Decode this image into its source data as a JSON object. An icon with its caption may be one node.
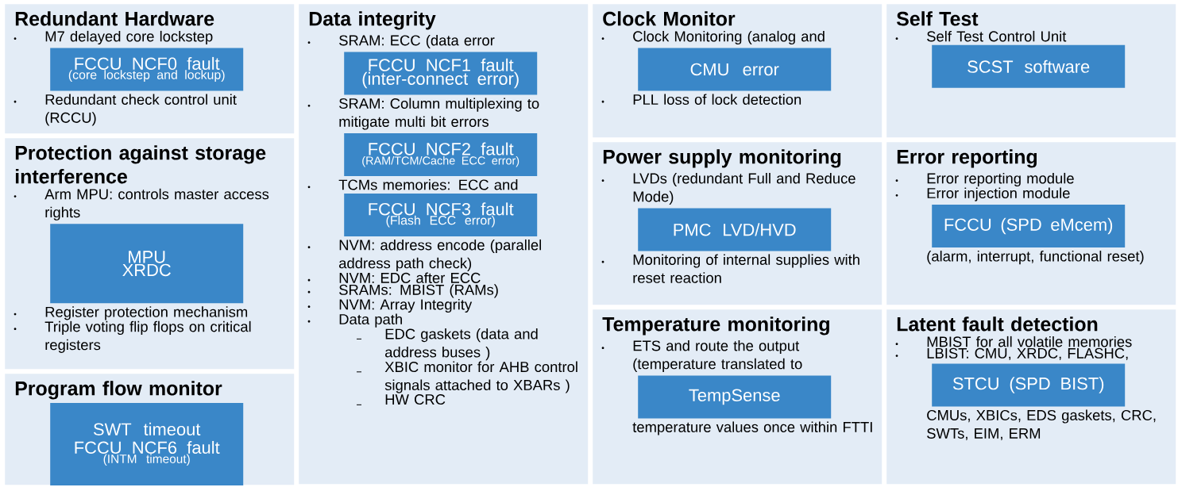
{
  "diagram": {
    "nodes": [
      {
        "text": [
          "Redundant Hardware",
          "M7 delayed core lockstep",
          "Redundant check control unit (RCCU)"
        ]
      },
      {
        "text": [
          "FCCU NCF0 fault",
          "(core lockstep and lockup)"
        ],
        "in": 0
      },
      {
        "text": [
          "Protection against storage interference",
          "Arm MPU: controls master access rights",
          "Register protection mechanism",
          "Triple voting flip flops on critical registers"
        ]
      },
      {
        "text": [
          "MPU XRDC"
        ],
        "in": 2
      },
      {
        "text": [
          "Program flow monitor"
        ]
      },
      {
        "text": [
          "SWT timeout",
          "FCCU NCF6 fault",
          "(INTM timeout)"
        ],
        "in": 4
      },
      {
        "text": [
          "Data integrity",
          "SRAM: ECC (data error",
          "SRAM: Column multiplexing to mitigate multi bit errors",
          "TCMs memories: ECC and",
          "NVM: address encode (parallel address path check)",
          "NVM: EDC after ECC",
          "SRAMs: MBIST (RAMs)",
          "NVM: Array Integrity",
          "Data path",
          "EDC gaskets (data and address buses )",
          "XBIC monitor for AHB control signals attached to XBARs )",
          "HW CRC"
        ]
      },
      {
        "text": [
          "FCCU NCF1 fault",
          "(inter-connect error)"
        ],
        "in": 6
      },
      {
        "text": [
          "FCCU NCF2 fault",
          "(RAM/TCM/Cache ECC error)"
        ],
        "in": 6
      },
      {
        "text": [
          "FCCU NCF3 fault",
          "(Flash ECC error)"
        ],
        "in": 6
      },
      {
        "text": [
          "Clock Monitor",
          "Clock Monitoring (analog and",
          "PLL loss of lock detection"
        ]
      },
      {
        "text": [
          "CMU error"
        ],
        "in": 10
      },
      {
        "text": [
          "Power supply monitoring",
          "LVDs (redundant Full and Reduce Mode)",
          "Monitoring of internal supplies with reset reaction"
        ]
      },
      {
        "text": [
          "PMC LVD/HVD"
        ],
        "in": 12
      },
      {
        "text": [
          "Temperature monitoring",
          "ETS and route the  output (temperature translated to",
          "temperature values once within FTTI"
        ]
      },
      {
        "text": [
          "TempSense"
        ],
        "in": 14
      },
      {
        "text": [
          "Self Test",
          "Self Test Control Unit"
        ]
      },
      {
        "text": [
          "SCST software"
        ],
        "in": 16
      },
      {
        "text": [
          "Error reporting",
          "Error reporting module",
          "Error injection module",
          "(alarm, interrupt, functional reset)"
        ]
      },
      {
        "text": [
          "FCCU (SPD eMcem)"
        ],
        "in": 18
      },
      {
        "text": [
          "Latent fault detection",
          "MBIST  for all volatile memories",
          "LBIST: CMU, XRDC, FLASHC,",
          "CMUs, XBICs, EDS gaskets, CRC, SWTs, EIM, ERM"
        ]
      },
      {
        "text": [
          "STCU (SPD BIST)"
        ],
        "in": 20
      }
    ]
  }
}
